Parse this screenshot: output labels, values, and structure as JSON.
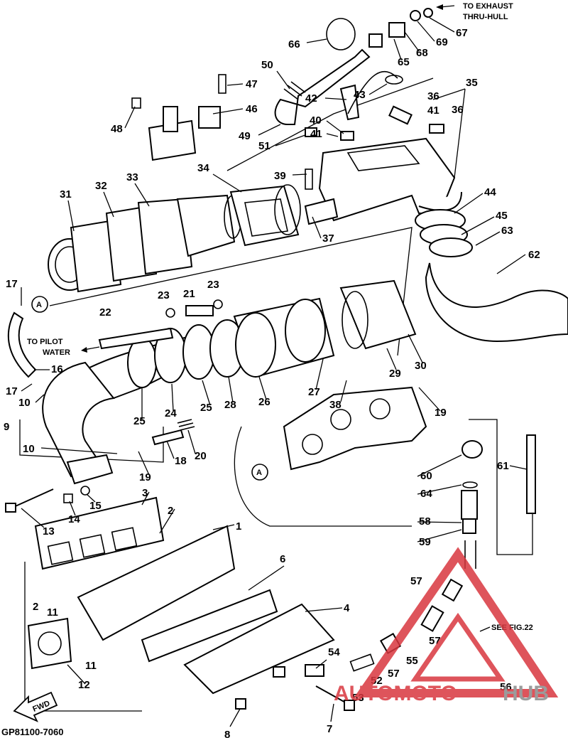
{
  "diagram": {
    "code": "GP81100-7060",
    "callouts": [
      "1",
      "2",
      "3",
      "4",
      "6",
      "7",
      "8",
      "9",
      "10",
      "11",
      "12",
      "13",
      "14",
      "15",
      "16",
      "17",
      "18",
      "19",
      "20",
      "21",
      "22",
      "23",
      "24",
      "25",
      "26",
      "27",
      "28",
      "29",
      "30",
      "31",
      "32",
      "33",
      "34",
      "35",
      "36",
      "37",
      "38",
      "39",
      "40",
      "41",
      "42",
      "43",
      "44",
      "45",
      "46",
      "47",
      "48",
      "49",
      "50",
      "51",
      "52",
      "53",
      "54",
      "55",
      "56",
      "57",
      "58",
      "59",
      "60",
      "61",
      "62",
      "63",
      "64",
      "65",
      "66",
      "67",
      "68",
      "69"
    ],
    "notes": {
      "exhaust_line1": "TO EXHAUST",
      "exhaust_line2": "THRU-HULL",
      "pilot_line1": "TO PILOT",
      "pilot_line2": "WATER",
      "see_fig": "SEE FIG.22",
      "fwd": "FWD",
      "ref_mark": "A"
    }
  },
  "watermark": {
    "brand_a": "AUTOMOTO",
    "brand_b": "HUB",
    "color_red": "#d9373f",
    "color_gray": "#8a8a8a"
  }
}
